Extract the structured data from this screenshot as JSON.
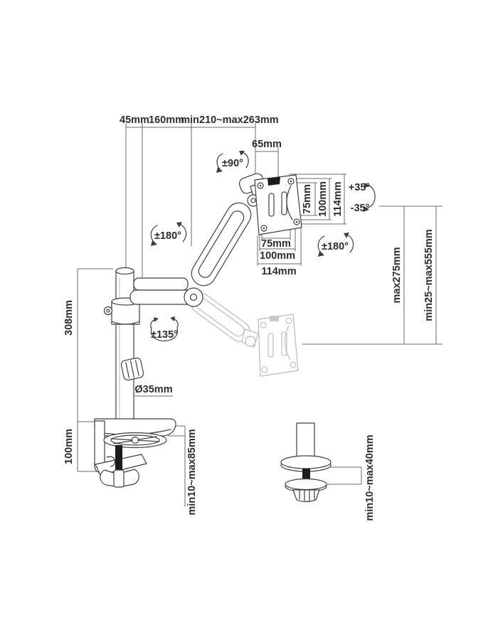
{
  "diagram": {
    "subject": "gas-spring single monitor desk mount arm — dimension drawing",
    "colors": {
      "background": "#ffffff",
      "line": "#3f3f3f",
      "ghost_line": "#b9b9b9",
      "dimension_line": "#6b6b6b",
      "label_text": "#2d2d2d",
      "black_fill": "#1c1c1c"
    },
    "dims": {
      "top_45": "45mm",
      "top_160": "160mm",
      "top_reach": "min210~max263mm",
      "head_65": "65mm",
      "vesa_v75": "75mm",
      "vesa_v100": "100mm",
      "vesa_v114": "114mm",
      "vesa_h75": "75mm",
      "vesa_h100": "100mm",
      "vesa_h114": "114mm",
      "right_lift_range": "max275mm",
      "right_height_above_desk": "min25~max555mm",
      "left_pole_height": "308mm",
      "left_clamp_height": "100mm",
      "clamp_desk_thickness": "min10~max85mm",
      "pole_diameter": "Ø35mm",
      "grommet_desk_thickness": "min10~max40mm"
    },
    "angles": {
      "head_swivel": "±90°",
      "arm_swivel": "±180°",
      "vesa_rotate": "±180°",
      "pole_swivel": "±135°",
      "tilt_up": "+35°",
      "tilt_down": "-35°"
    }
  }
}
